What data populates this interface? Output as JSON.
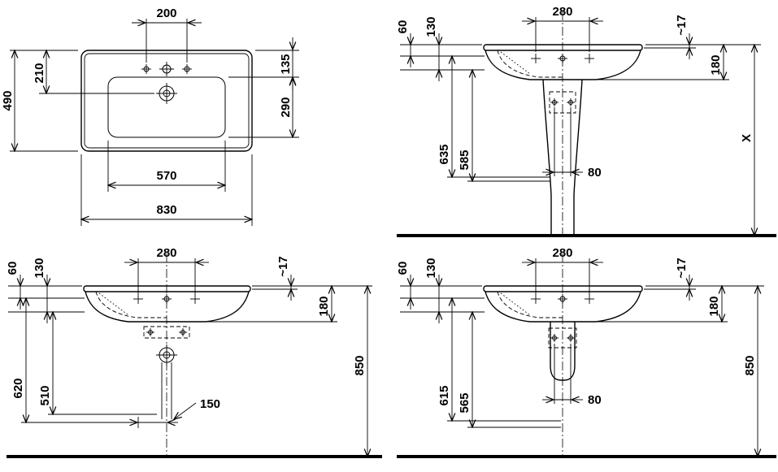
{
  "views": {
    "top": {
      "dims": {
        "tap_hole_spacing": "200",
        "front_to_drain": "210",
        "overall_depth": "490",
        "rim_to_bowl": "135",
        "bowl_depth": "290",
        "bowl_width": "570",
        "overall_width": "830"
      }
    },
    "front_pedestal": {
      "dims": {
        "back_offset_60": "60",
        "back_offset_130": "130",
        "tap_spacing": "280",
        "rim_lip": "~17",
        "basin_height": "180",
        "supply_height_a": "635",
        "supply_height_b": "585",
        "bolt_spacing": "80",
        "total_height": "X"
      }
    },
    "front_wall": {
      "dims": {
        "back_offset_60": "60",
        "back_offset_130": "130",
        "tap_spacing": "280",
        "rim_lip": "~17",
        "basin_height": "180",
        "outlet_height_a": "620",
        "outlet_height_b": "510",
        "drain_offset": "150",
        "rim_height": "850"
      }
    },
    "front_halfpedestal": {
      "dims": {
        "back_offset_60": "60",
        "back_offset_130": "130",
        "tap_spacing": "280",
        "rim_lip": "~17",
        "basin_height": "180",
        "outlet_height_a": "615",
        "outlet_height_b": "565",
        "bolt_spacing": "80",
        "rim_height": "850"
      }
    }
  }
}
